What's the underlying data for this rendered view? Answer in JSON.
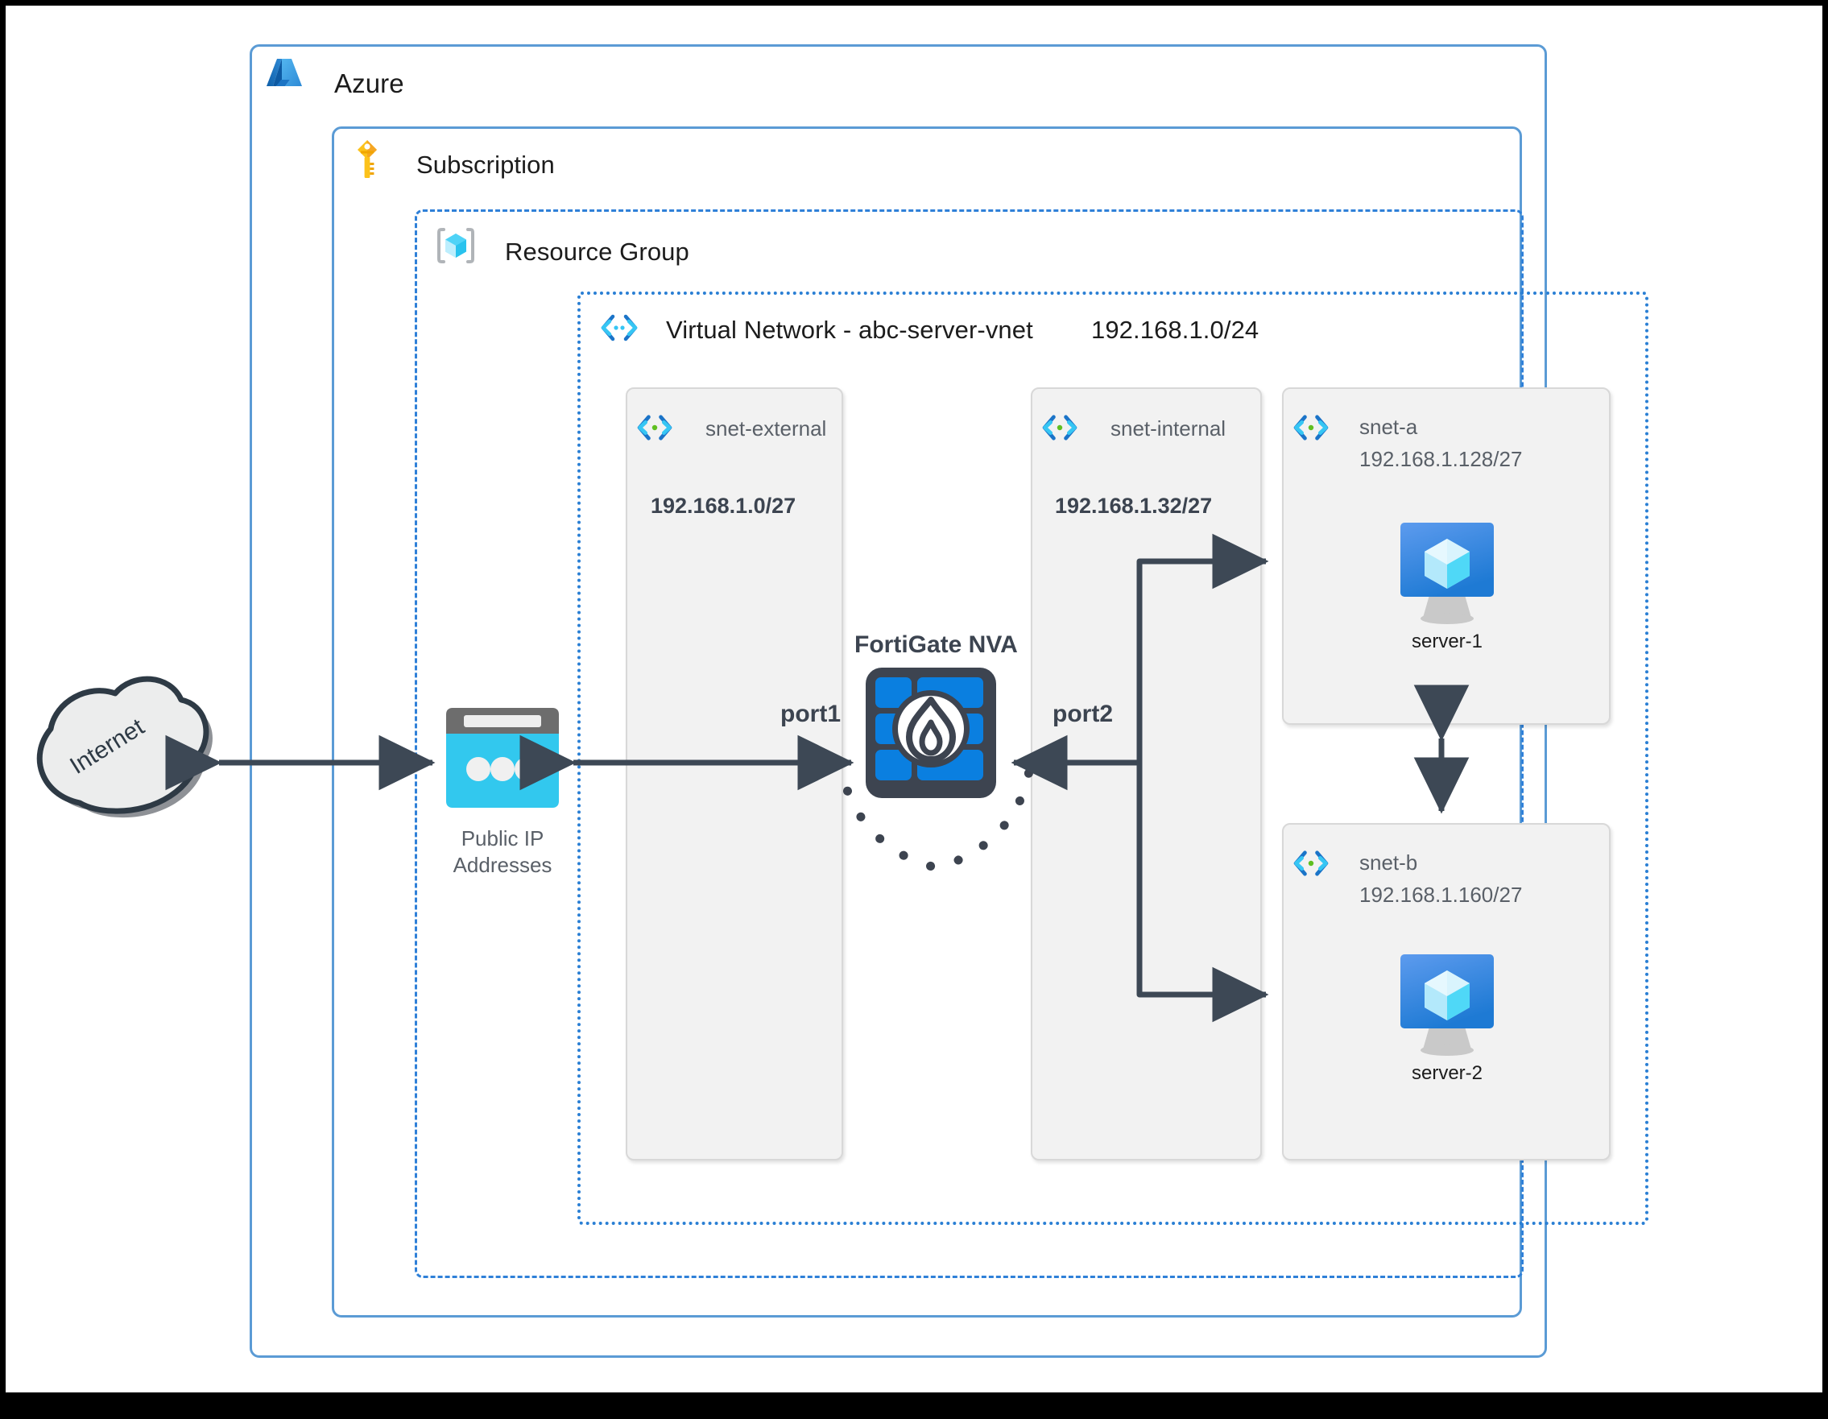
{
  "diagram": {
    "title": "Azure FortiGate NVA network topology",
    "frame_color": "#000000",
    "accent_blue": "#5b9bd5",
    "vnet_border_color": "#2a7fd4",
    "line_color": "#3d4855"
  },
  "azure": {
    "label": "Azure",
    "icon": "azure-logo-icon"
  },
  "subscription": {
    "label": "Subscription",
    "icon": "key-icon"
  },
  "resource_group": {
    "label": "Resource Group",
    "icon": "resource-group-cube-icon"
  },
  "vnet": {
    "label": "Virtual Network - abc-server-vnet",
    "cidr": "192.168.1.0/24",
    "icon": "vnet-icon"
  },
  "internet": {
    "label": "Internet",
    "icon": "cloud-icon"
  },
  "public_ip": {
    "label_line1": "Public IP",
    "label_line2": "Addresses",
    "icon": "public-ip-icon"
  },
  "nva": {
    "label": "FortiGate NVA",
    "icon": "firewall-icon",
    "port1_label": "port1",
    "port2_label": "port2"
  },
  "subnets": [
    {
      "name": "snet-external",
      "cidr": "192.168.1.0/27",
      "icon": "subnet-icon",
      "cidr_style": "bold"
    },
    {
      "name": "snet-internal",
      "cidr": "192.168.1.32/27",
      "icon": "subnet-icon",
      "cidr_style": "bold"
    },
    {
      "name": "snet-a",
      "cidr": "192.168.1.128/27",
      "icon": "subnet-icon",
      "cidr_style": "plain",
      "vm": {
        "name": "server-1",
        "icon": "virtual-machine-icon"
      }
    },
    {
      "name": "snet-b",
      "cidr": "192.168.1.160/27",
      "icon": "subnet-icon",
      "cidr_style": "plain",
      "vm": {
        "name": "server-2",
        "icon": "virtual-machine-icon"
      }
    }
  ]
}
